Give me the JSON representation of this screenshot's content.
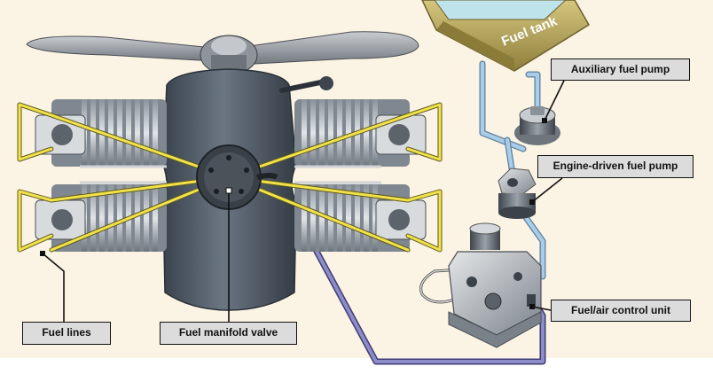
{
  "labels": {
    "fuel_tank": "Fuel tank",
    "auxiliary_fuel_pump": "Auxiliary fuel pump",
    "engine_driven_fuel_pump": "Engine-driven fuel pump",
    "fuel_air_control_unit": "Fuel/air control unit",
    "fuel_lines": "Fuel lines",
    "fuel_manifold_valve": "Fuel manifold valve"
  },
  "colors": {
    "background": "#fbf3e3",
    "engine_gray": "#4b5560",
    "fuel_line_yellow": "#f2e24a",
    "fuel_feed_blue": "#a9cde8",
    "fuel_return_purple": "#7a78b8",
    "tank_olive": "#b5a55a",
    "callout_fill": "#dcdcdc"
  }
}
